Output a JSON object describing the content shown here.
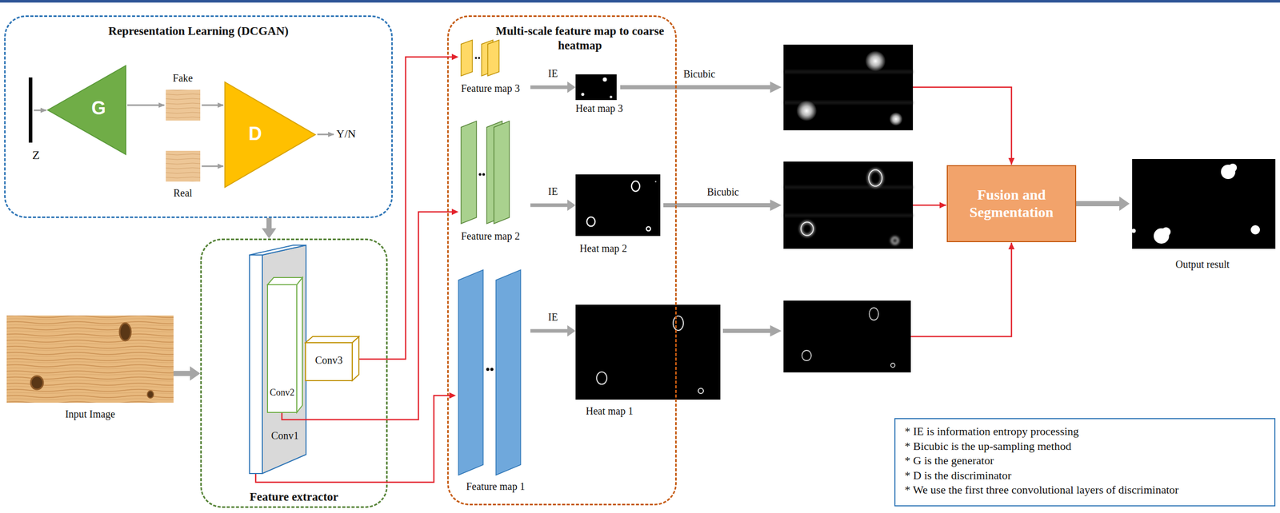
{
  "diagram": {
    "nodes": [
      {
        "text": [
          "Representation Learning (DCGAN)"
        ]
      },
      {
        "text": [
          "G"
        ],
        "in": 0
      },
      {
        "text": [
          "D"
        ],
        "in": 0
      },
      {
        "text": [
          "Multi-scale feature map to coarse heatmap"
        ]
      },
      {
        "text": [
          "Feature map 3"
        ],
        "in": 3
      },
      {
        "text": [
          "Heat map 3"
        ],
        "in": 3
      },
      {
        "text": [
          "Feature map 2"
        ],
        "in": 3
      },
      {
        "text": [
          "Heat map 2"
        ],
        "in": 3
      },
      {
        "text": [
          "Feature map 1"
        ],
        "in": 3
      },
      {
        "text": [
          "Heat map 1"
        ],
        "in": 3
      },
      {
        "text": [
          "Fusion and Segmentation"
        ]
      },
      {
        "text": [
          "Output result"
        ]
      },
      {
        "text": [
          "Input Image"
        ]
      },
      {
        "text": [
          "Feature extractor"
        ]
      },
      {
        "text": [
          "Conv1"
        ],
        "in": 13
      },
      {
        "text": [
          "Conv2"
        ],
        "in": 13
      },
      {
        "text": [
          "Conv3"
        ],
        "in": 13
      },
      {
        "text": [
          "* IE is information entropy processing",
          "* Bicubic is the up-sampling method",
          "* G is the generator",
          "* D is the discriminator",
          "* We use the first three convolutional layers of discriminator"
        ]
      }
    ],
    "edges": [
      {
        "from": 0,
        "to": 13,
        "arrow": "to"
      },
      {
        "from": 12,
        "to": 13,
        "arrow": "to"
      },
      {
        "from": 16,
        "to": 4,
        "arrow": "to"
      },
      {
        "from": 15,
        "to": 6,
        "arrow": "to"
      },
      {
        "from": 14,
        "to": 8,
        "arrow": "to"
      },
      {
        "from": 4,
        "to": 5,
        "label": "IE",
        "arrow": "to"
      },
      {
        "from": 6,
        "to": 7,
        "label": "IE",
        "arrow": "to"
      },
      {
        "from": 8,
        "to": 9,
        "label": "IE",
        "arrow": "to"
      },
      {
        "from": 10,
        "to": 11,
        "arrow": "to"
      }
    ],
    "labels": [
      "Z",
      "Fake",
      "Real",
      "Y/N",
      "Bicubic",
      "Bicubic"
    ]
  }
}
